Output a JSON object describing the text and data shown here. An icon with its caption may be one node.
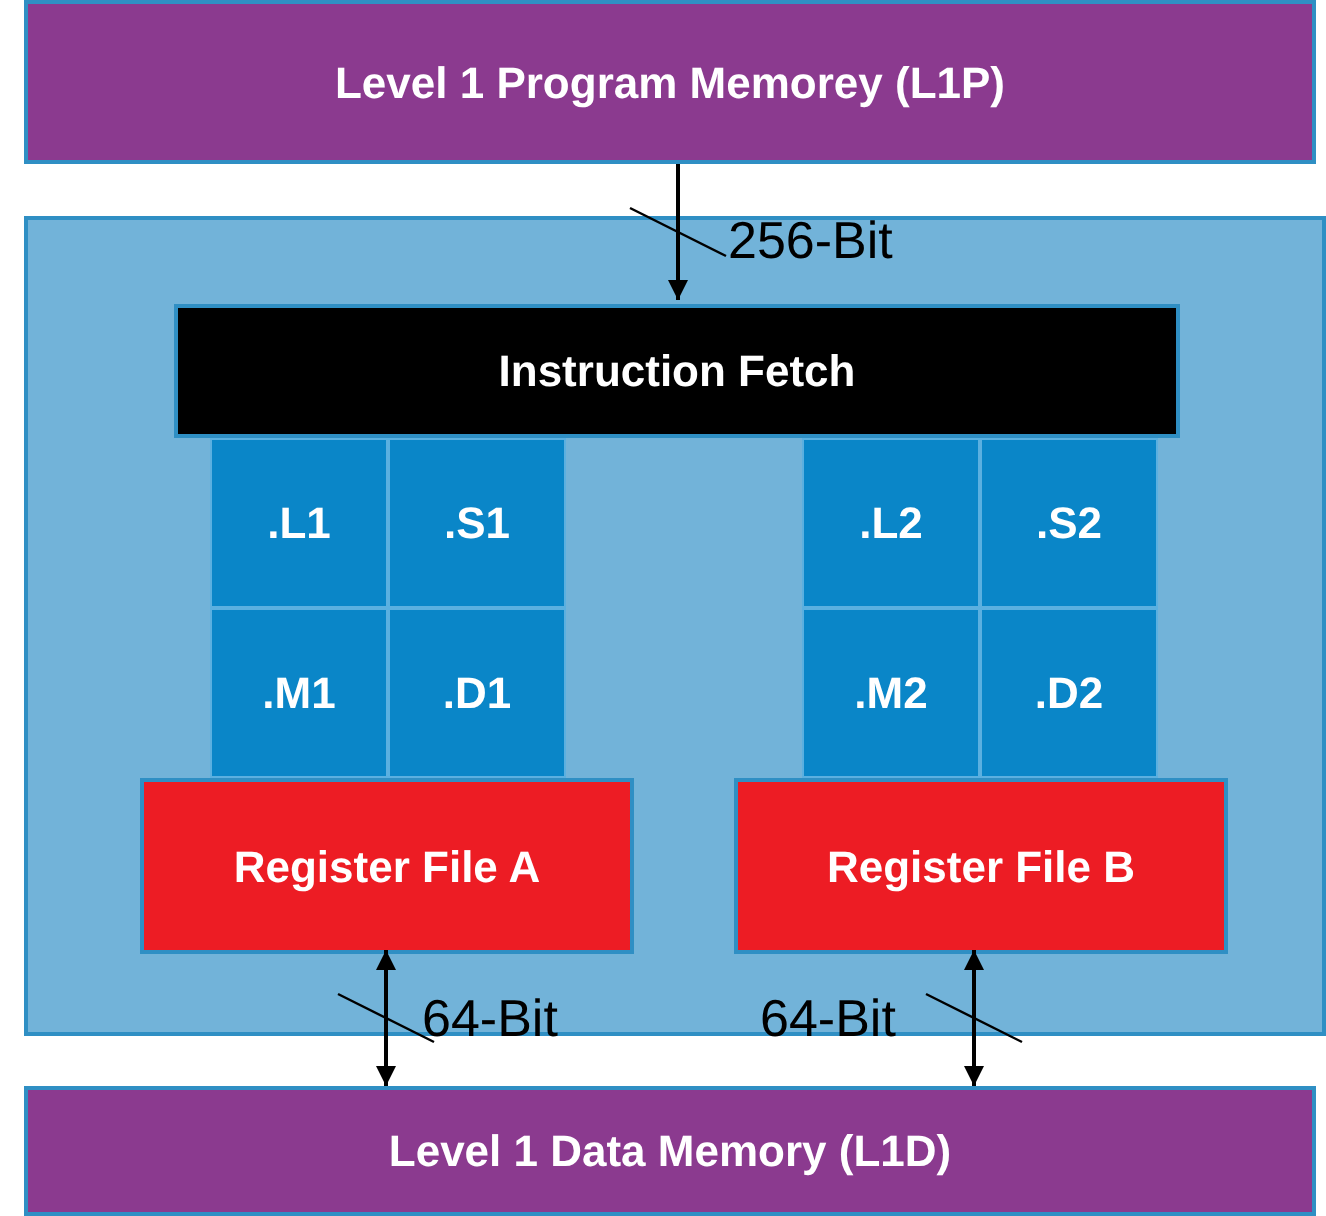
{
  "diagram": {
    "nodes": [
      {
        "text": [
          "Level 1 Program Memorey (L1P)"
        ]
      },
      {
        "text": [],
        "shape": "box"
      },
      {
        "text": [
          "Instruction Fetch"
        ],
        "in": 1
      },
      {
        "text": [
          ".L1"
        ],
        "in": 1
      },
      {
        "text": [
          ".S1"
        ],
        "in": 1
      },
      {
        "text": [
          ".M1"
        ],
        "in": 1
      },
      {
        "text": [
          ".D1"
        ],
        "in": 1
      },
      {
        "text": [
          ".L2"
        ],
        "in": 1
      },
      {
        "text": [
          ".S2"
        ],
        "in": 1
      },
      {
        "text": [
          ".M2"
        ],
        "in": 1
      },
      {
        "text": [
          ".D2"
        ],
        "in": 1
      },
      {
        "text": [
          "Register File A"
        ],
        "in": 1
      },
      {
        "text": [
          "Register File B"
        ],
        "in": 1
      },
      {
        "text": [
          "Level 1 Data Memory (L1D)"
        ]
      }
    ],
    "edges": [
      {
        "from": 0,
        "to": 2,
        "arrow": "to",
        "label": "256-Bit"
      },
      {
        "from": 11,
        "to": 13,
        "arrow": "both",
        "label": "64-Bit"
      },
      {
        "from": 12,
        "to": 13,
        "arrow": "both",
        "label": "64-Bit"
      }
    ]
  }
}
